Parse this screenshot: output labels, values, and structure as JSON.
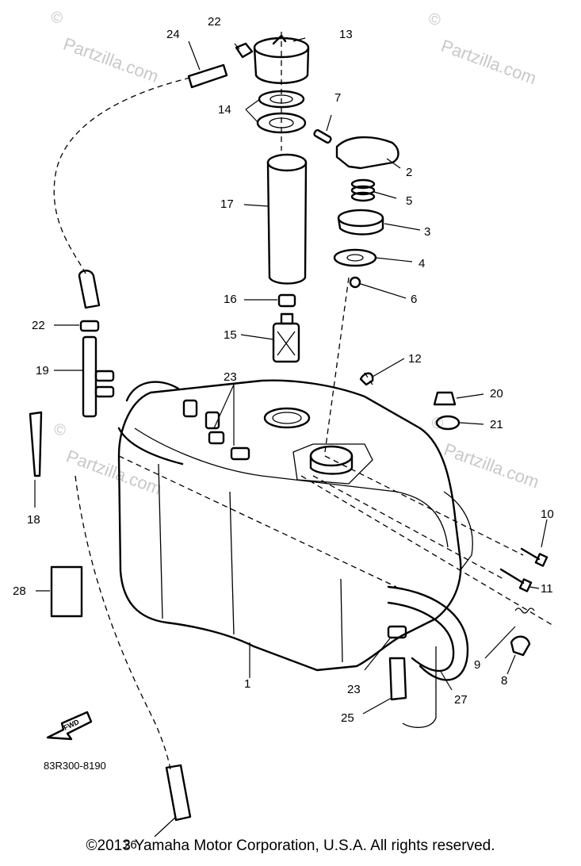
{
  "diagram_code": "83R300-8190",
  "copyright": "©2013  Yamaha Motor Corporation, U.S.A. All rights reserved.",
  "watermark": "Partzilla.com",
  "watermark_symbol": "©",
  "fwd_label": "FWD",
  "callouts": {
    "c1": "1",
    "c2": "2",
    "c3": "3",
    "c4": "4",
    "c5": "5",
    "c6": "6",
    "c7": "7",
    "c8": "8",
    "c9": "9",
    "c10": "10",
    "c11": "11",
    "c12": "12",
    "c13": "13",
    "c14": "14",
    "c15": "15",
    "c16": "16",
    "c17": "17",
    "c18": "18",
    "c19": "19",
    "c20": "20",
    "c21": "21",
    "c22a": "22",
    "c22b": "22",
    "c23a": "23",
    "c23b": "23",
    "c24": "24",
    "c25": "25",
    "c26": "26",
    "c27": "27",
    "c28": "28"
  }
}
